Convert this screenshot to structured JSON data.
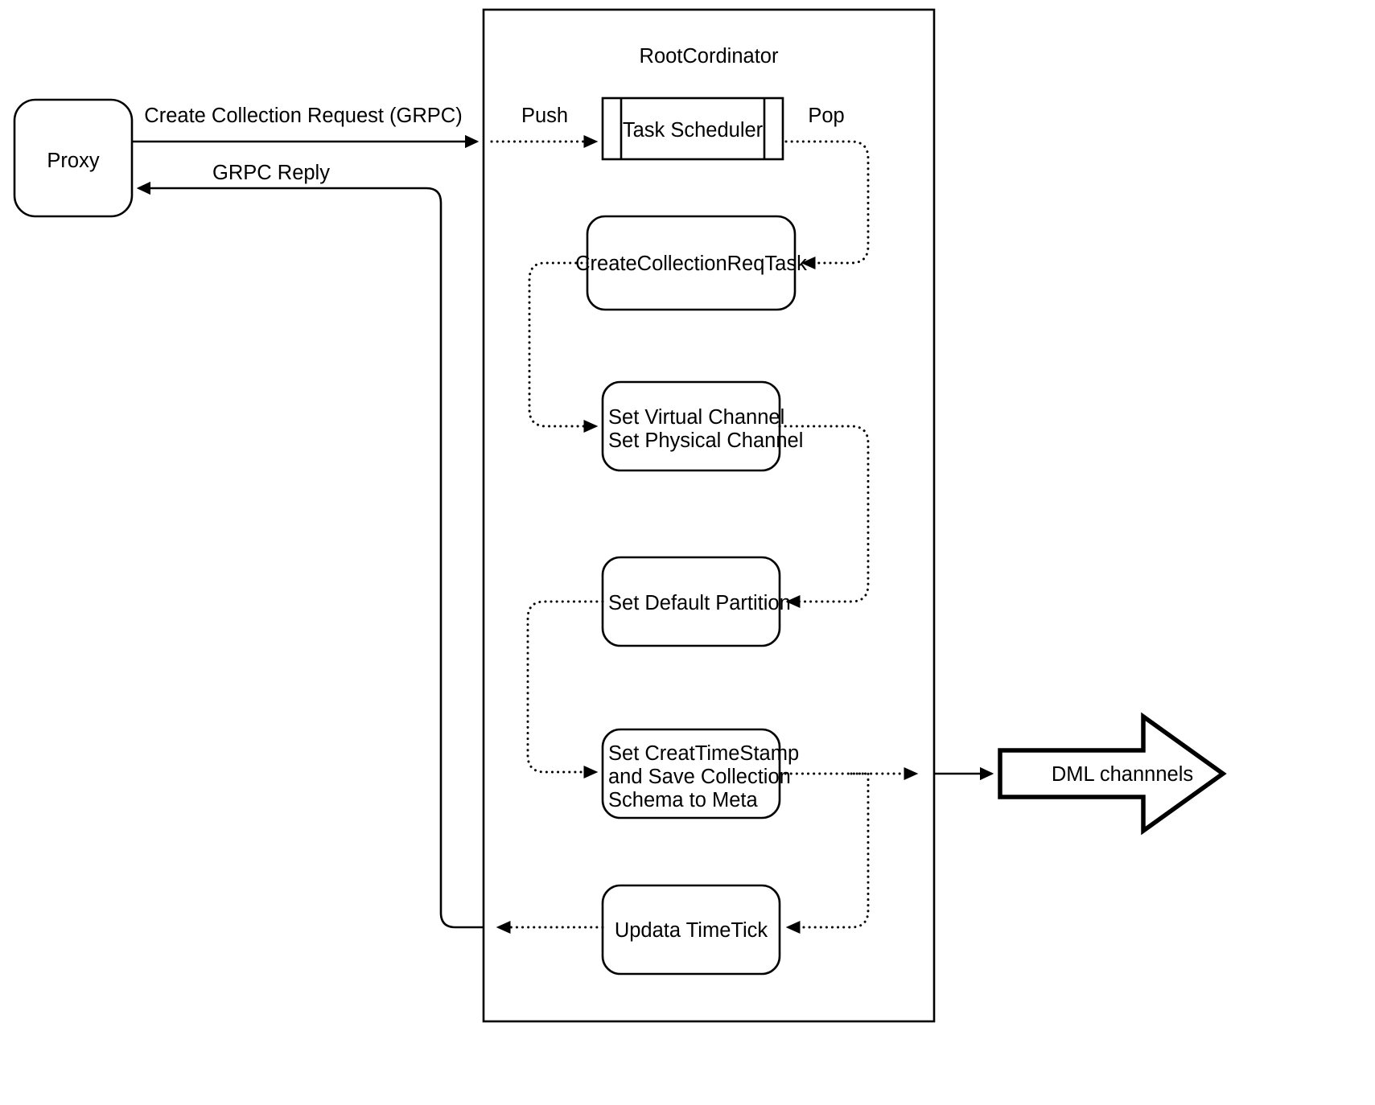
{
  "diagram": {
    "title": "RootCordinator create-collection flow",
    "container": {
      "label": "RootCordinator"
    },
    "nodes": {
      "proxy": {
        "label": "Proxy"
      },
      "task_scheduler": {
        "label": "Task Scheduler"
      },
      "create_collection_req_task": {
        "label": "CreateCollectionReqTask"
      },
      "set_channel": {
        "line1": "Set Virtual Channel",
        "line2": "Set Physical Channel"
      },
      "set_default_partition": {
        "label": "Set Default Partition"
      },
      "set_timestamp": {
        "line1": "Set CreatTimeStamp",
        "line2": "and Save Collection",
        "line3": "Schema to Meta"
      },
      "update_timetick": {
        "label": "Updata TimeTick"
      },
      "dml_channels": {
        "label": "DML channnels"
      }
    },
    "edges": {
      "create_collection_request": {
        "label": "Create Collection Request (GRPC)"
      },
      "grpc_reply": {
        "label": "GRPC Reply"
      },
      "push": {
        "label": "Push"
      },
      "pop": {
        "label": "Pop"
      }
    },
    "colors": {
      "stroke": "#000000",
      "fill": "#ffffff",
      "background": "#ffffff"
    }
  }
}
